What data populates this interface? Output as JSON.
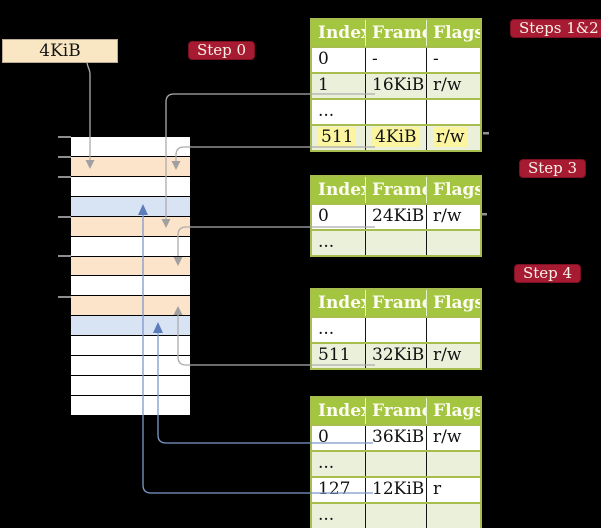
{
  "frame_box": {
    "label": "4KiB"
  },
  "badges": {
    "step0": {
      "label": "Step 0"
    },
    "steps_1_2": {
      "label": "Steps 1&2"
    },
    "step3": {
      "label": "Step 3"
    },
    "step4": {
      "label": "Step 4"
    }
  },
  "memory_strip": {
    "row_colors": [
      "white",
      "wheat",
      "white",
      "blue",
      "wheat",
      "white",
      "wheat",
      "white",
      "wheat",
      "blue",
      "white",
      "white",
      "white",
      "white"
    ],
    "tick_row_indices": [
      0,
      1,
      2,
      4,
      6,
      8
    ]
  },
  "tables": [
    {
      "name": "table-steps-1-2",
      "headers": [
        "Index",
        "Frame",
        "Flags"
      ],
      "rows": [
        {
          "cells": [
            "0",
            "-",
            "-"
          ]
        },
        {
          "cells": [
            "1",
            "16KiB",
            "r/w"
          ]
        },
        {
          "cells": [
            "...",
            "",
            ""
          ]
        },
        {
          "cells": [
            "511",
            "4KiB",
            "r/w"
          ],
          "highlighted": true
        }
      ]
    },
    {
      "name": "table-step-3",
      "headers": [
        "Index",
        "Frame",
        "Flags"
      ],
      "rows": [
        {
          "cells": [
            "0",
            "24KiB",
            "r/w"
          ]
        },
        {
          "cells": [
            "...",
            "",
            ""
          ]
        }
      ]
    },
    {
      "name": "table-step-4",
      "headers": [
        "Index",
        "Frame",
        "Flags"
      ],
      "rows": [
        {
          "cells": [
            "...",
            "",
            ""
          ]
        },
        {
          "cells": [
            "511",
            "32KiB",
            "r/w"
          ]
        }
      ]
    },
    {
      "name": "table-last-level",
      "headers": [
        "Index",
        "Frame",
        "Flags"
      ],
      "rows": [
        {
          "cells": [
            "0",
            "36KiB",
            "r/w"
          ]
        },
        {
          "cells": [
            "...",
            "",
            ""
          ]
        },
        {
          "cells": [
            "127",
            "12KiB",
            "r"
          ]
        },
        {
          "cells": [
            "...",
            "",
            ""
          ]
        }
      ]
    }
  ],
  "colors": {
    "background": "#000000",
    "frame_box_bg": "#F9E7C4",
    "badge_bg": "#A61B31",
    "table_header_bg": "#A3C540",
    "table_border": "#A7BE4E",
    "table_row_green": "#EBF0DB",
    "highlight_yellow": "#FBF59F",
    "strip_wheat": "#FCE4CB",
    "strip_blue": "#D8E3F4",
    "connector_gray": "#ACACAC",
    "connector_blue": "#7E99CB"
  }
}
